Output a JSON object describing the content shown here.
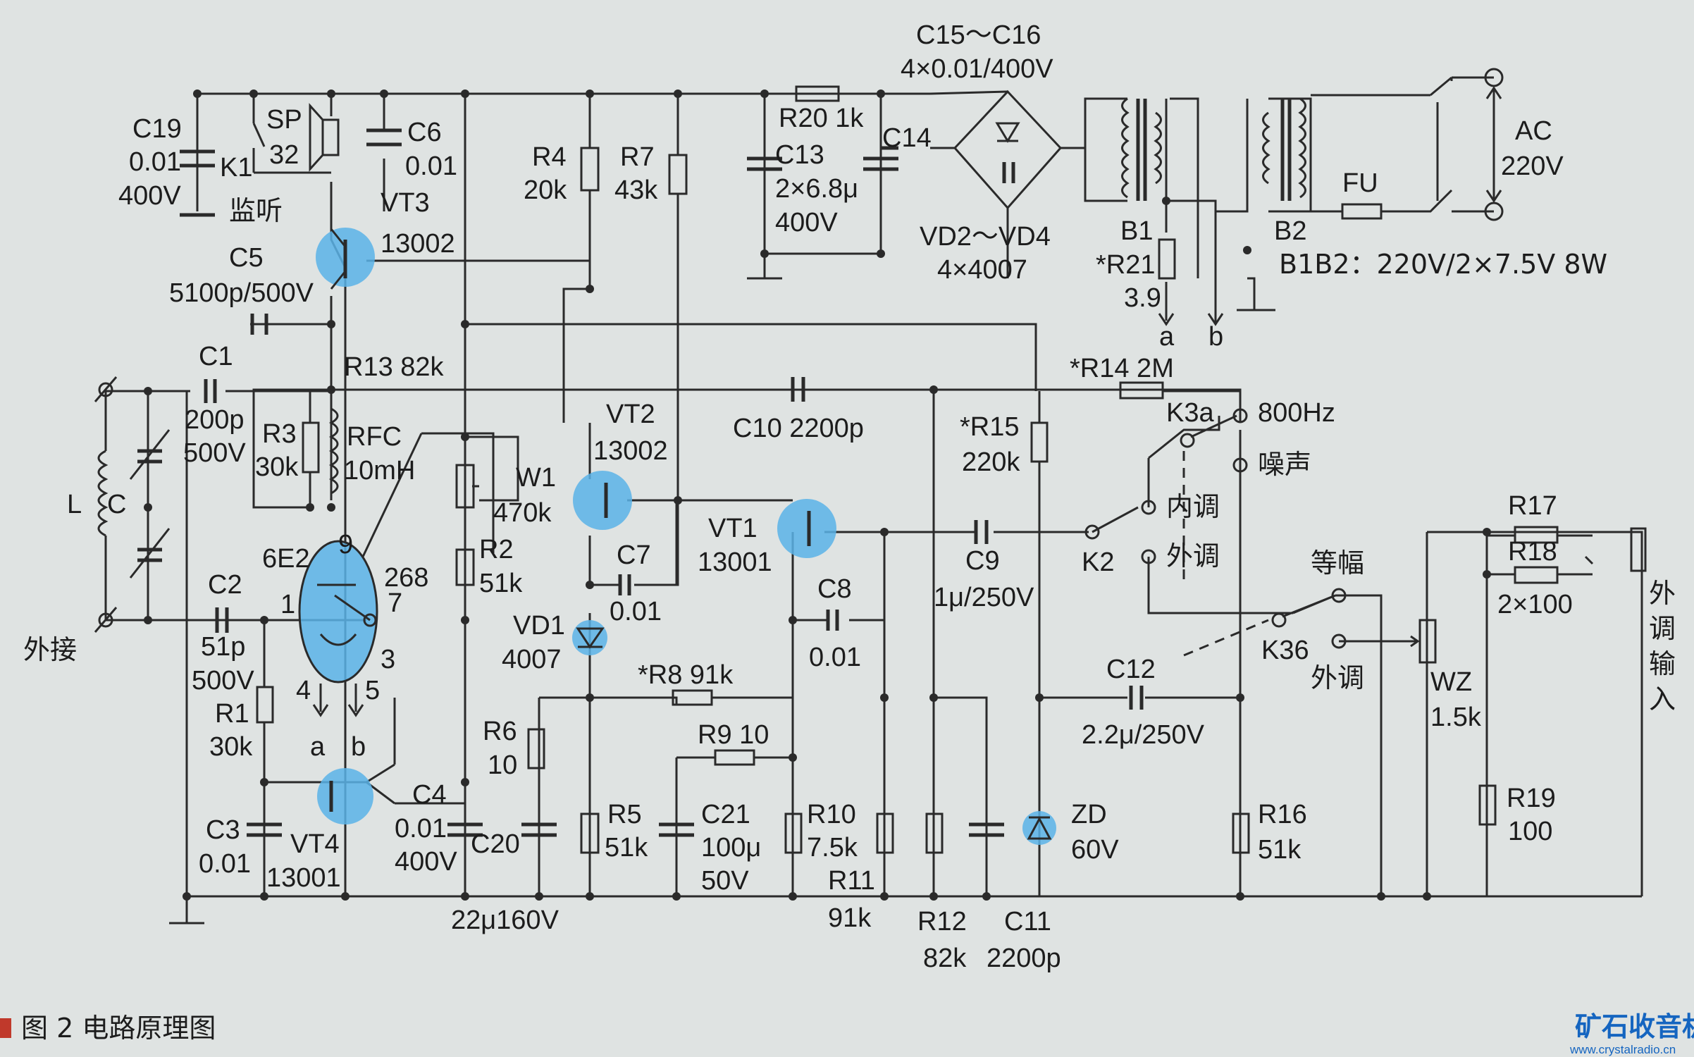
{
  "colors": {
    "background": "#dfe3e2",
    "ink": "#2a2a2a",
    "highlight": "#5ab3e8",
    "caption_marker": "#c0392b",
    "logo_blue": "#1565c0"
  },
  "caption": "图 2 电路原理图",
  "watermark": {
    "name": "矿石收音机",
    "url": "www.crystalradio.cn"
  },
  "labels": {
    "C19": [
      "C19",
      "0.01",
      "400V"
    ],
    "K1": [
      "K1",
      "监听"
    ],
    "SP": [
      "SP",
      "32"
    ],
    "C6": [
      "C6",
      "0.01"
    ],
    "VT3": [
      "VT3",
      "13002"
    ],
    "C5": [
      "C5",
      "5100p/500V"
    ],
    "C1": [
      "C1",
      "200p",
      "500V"
    ],
    "R13": "R13 82k",
    "R3": [
      "R3",
      "30k"
    ],
    "RFC": [
      "RFC",
      "10mH"
    ],
    "L": "L",
    "C": "C",
    "ext": "外接",
    "tube": [
      "6E2",
      "9",
      "268",
      "7",
      "1",
      "3",
      "4",
      "5"
    ],
    "C2": [
      "C2",
      "51p",
      "500V"
    ],
    "R1": [
      "R1",
      "30k"
    ],
    "ab_left": [
      "a",
      "b"
    ],
    "C3": [
      "C3",
      "0.01"
    ],
    "VT4": [
      "VT4",
      "13001"
    ],
    "C4": [
      "C4",
      "0.01",
      "400V"
    ],
    "C20": [
      "C20",
      "22μ160V"
    ],
    "W1": [
      "W1",
      "470k"
    ],
    "R2": [
      "R2",
      "51k"
    ],
    "R4": [
      "R4",
      "20k"
    ],
    "R7": [
      "R7",
      "43k"
    ],
    "VT2": [
      "VT2",
      "13002"
    ],
    "C7": [
      "C7",
      "0.01"
    ],
    "VD1": [
      "VD1",
      "4007"
    ],
    "R6": [
      "R6",
      "10"
    ],
    "R5": [
      "R5",
      "51k"
    ],
    "C21": [
      "C21",
      "100μ",
      "50V"
    ],
    "R8": "*R8 91k",
    "R9": "R9 10",
    "VT1": [
      "VT1",
      "13001"
    ],
    "C8": [
      "C8",
      "0.01"
    ],
    "R10": [
      "R10",
      "7.5k"
    ],
    "R11": [
      "R11",
      "91k"
    ],
    "R12": [
      "R12",
      "82k"
    ],
    "C11": [
      "C11",
      "2200p"
    ],
    "C10": "C10 2200p",
    "C9": [
      "C9",
      "1μ/250V"
    ],
    "C12": [
      "C12",
      "2.2μ/250V"
    ],
    "ZD": [
      "ZD",
      "60V"
    ],
    "R15": [
      "*R15",
      "220k"
    ],
    "R14": "*R14 2M",
    "K3a": "K3a",
    "f800": "800Hz",
    "noise": "噪声",
    "internal": "内调",
    "external": "外调",
    "K2": "K2",
    "equal": "等幅",
    "K3b": "K36",
    "external2": "外调",
    "R16": [
      "R16",
      "51k"
    ],
    "WZ": [
      "WZ",
      "1.5k"
    ],
    "R17": "R17",
    "R18": [
      "R18",
      "2×100"
    ],
    "R19": [
      "R19",
      "100"
    ],
    "ext_input": [
      "外",
      "调",
      "输",
      "入"
    ],
    "C13": [
      "C13",
      "2×6.8μ",
      "400V"
    ],
    "R20": "R20 1k",
    "C14": "C14",
    "C15": [
      "C15～C16",
      "4×0.01/400V"
    ],
    "VD2": [
      "VD2～VD4",
      "4×4007"
    ],
    "B1": "B1",
    "B2": "B2",
    "R21": [
      "*R21",
      "3.9"
    ],
    "ab_right": [
      "a",
      "b"
    ],
    "FU": "FU",
    "AC": [
      "AC",
      "220V"
    ],
    "transformer": "B1B2：220V/2×7.5V 8W"
  }
}
